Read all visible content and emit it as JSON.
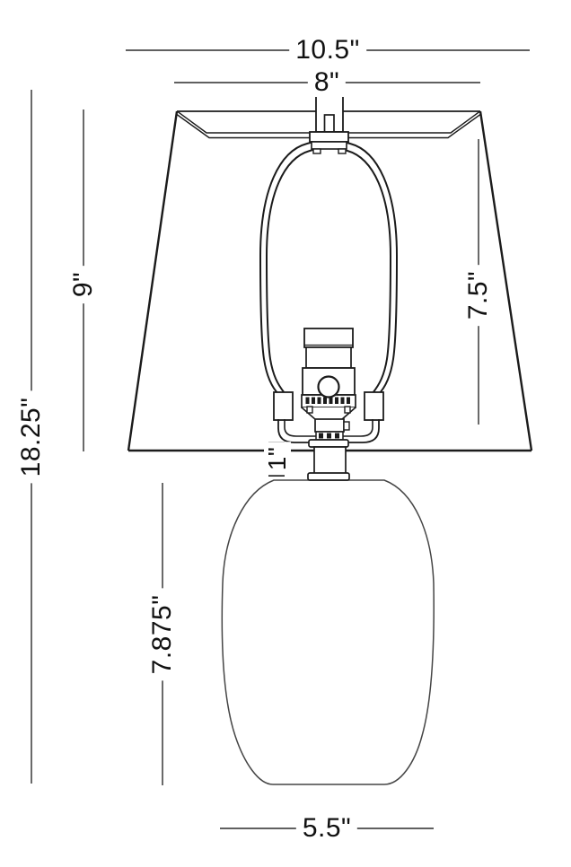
{
  "diagram": {
    "title": "Table lamp dimension drawing",
    "background_color": "#ffffff",
    "line_color": "#1b1b1b",
    "body_line_color": "#454545",
    "dimension_line_color": "#2b2b2b",
    "parts": [
      "lamp-shade",
      "finial",
      "harp",
      "socket",
      "neck",
      "base-body"
    ]
  },
  "dimensions": {
    "shade_bottom_width": {
      "label": "10.5\"",
      "applies_to": "shade bottom width"
    },
    "shade_top_width": {
      "label": "8\"",
      "applies_to": "shade top width"
    },
    "overall_height": {
      "label": "18.25\"",
      "applies_to": "overall lamp height"
    },
    "harp_height": {
      "label": "9\"",
      "applies_to": "harp / shade fitting height"
    },
    "shade_height": {
      "label": "7.5\"",
      "applies_to": "shade slant height"
    },
    "neck_height": {
      "label": "1\"",
      "applies_to": "neck height"
    },
    "body_height": {
      "label": "7.875\"",
      "applies_to": "base body height"
    },
    "base_width": {
      "label": "5.5\"",
      "applies_to": "base body width"
    }
  }
}
